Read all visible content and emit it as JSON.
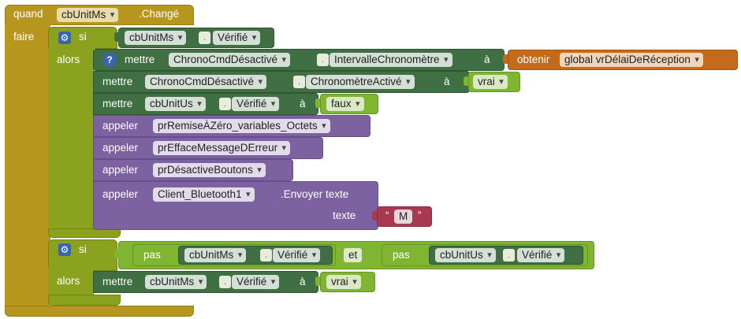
{
  "event": {
    "quand": "quand",
    "component": "cbUnitMs",
    "event": ".Changé",
    "faire": "faire"
  },
  "if1": {
    "si": "si",
    "alors": "alors",
    "cond_component": "cbUnitMs",
    "cond_prop": "Vérifié"
  },
  "stmts": {
    "s1": {
      "mettre": "mettre",
      "component": "ChronoCmdDésactivé",
      "prop": "IntervalleChronomètre",
      "a": "à",
      "obtenir": "obtenir",
      "var": "global vrDélaiDeRéception"
    },
    "s2": {
      "mettre": "mettre",
      "component": "ChronoCmdDésactivé",
      "prop": "ChronomètreActivé",
      "a": "à",
      "value": "vrai"
    },
    "s3": {
      "mettre": "mettre",
      "component": "cbUnitUs",
      "prop": "Vérifié",
      "a": "à",
      "value": "faux"
    },
    "s4": {
      "appeler": "appeler",
      "proc": "prRemiseÀZéro_variables_Octets"
    },
    "s5": {
      "appeler": "appeler",
      "proc": "prEffaceMessageDErreur"
    },
    "s6": {
      "appeler": "appeler",
      "proc": "prDésactiveBoutons"
    },
    "s7": {
      "appeler": "appeler",
      "component": "Client_Bluetooth1",
      "method": ".Envoyer texte",
      "param": "texte",
      "open_quote": "“",
      "string": "M",
      "close_quote": "”"
    }
  },
  "if2": {
    "si": "si",
    "alors": "alors",
    "pas1": "pas",
    "c1": "cbUnitMs",
    "p1": "Vérifié",
    "et": "et",
    "pas2": "pas",
    "c2": "cbUnitUs",
    "p2": "Vérifié",
    "mettre": "mettre",
    "set_component": "cbUnitMs",
    "set_prop": "Vérifié",
    "a": "à",
    "value": "vrai"
  },
  "colors": {
    "event": "#b7961e",
    "control": "#8ba21f",
    "setter": "#3f6f43",
    "logic": "#80b532",
    "procedure": "#7d62a1",
    "variable": "#c46a1b",
    "text": "#a93851"
  },
  "icons": {
    "gear": "gear-icon",
    "help": "help-icon",
    "dropdown": "dropdown-arrow-icon"
  }
}
